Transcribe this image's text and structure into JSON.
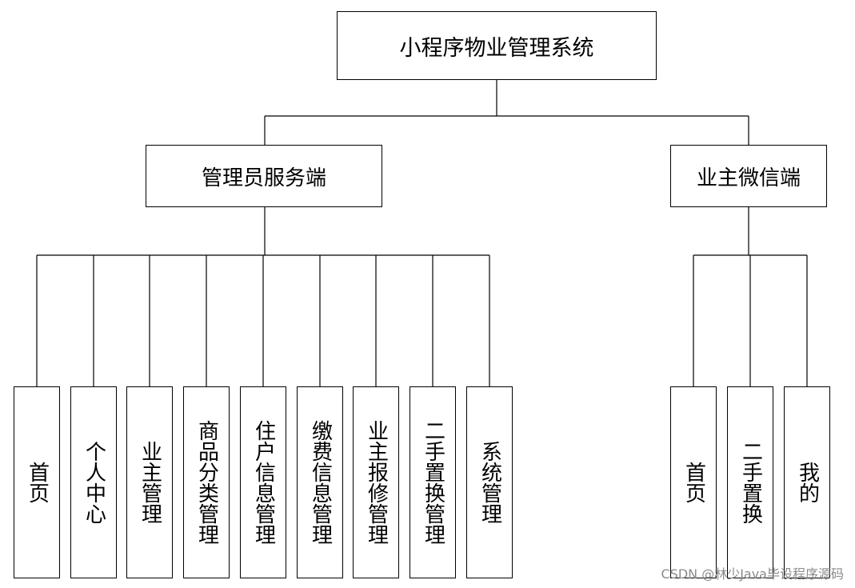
{
  "root": "小程序物业管理系统",
  "branches": {
    "admin": {
      "label": "管理员服务端",
      "children": [
        "首页",
        "个人中心",
        "业主管理",
        "商品分类管理",
        "住户信息管理",
        "缴费信息管理",
        "业主报修管理",
        "二手置换管理",
        "系统管理"
      ]
    },
    "owner": {
      "label": "业主微信端",
      "children": [
        "首页",
        "二手置换",
        "我的"
      ]
    }
  },
  "watermark": "CSDN @林少Java毕设程序源码"
}
